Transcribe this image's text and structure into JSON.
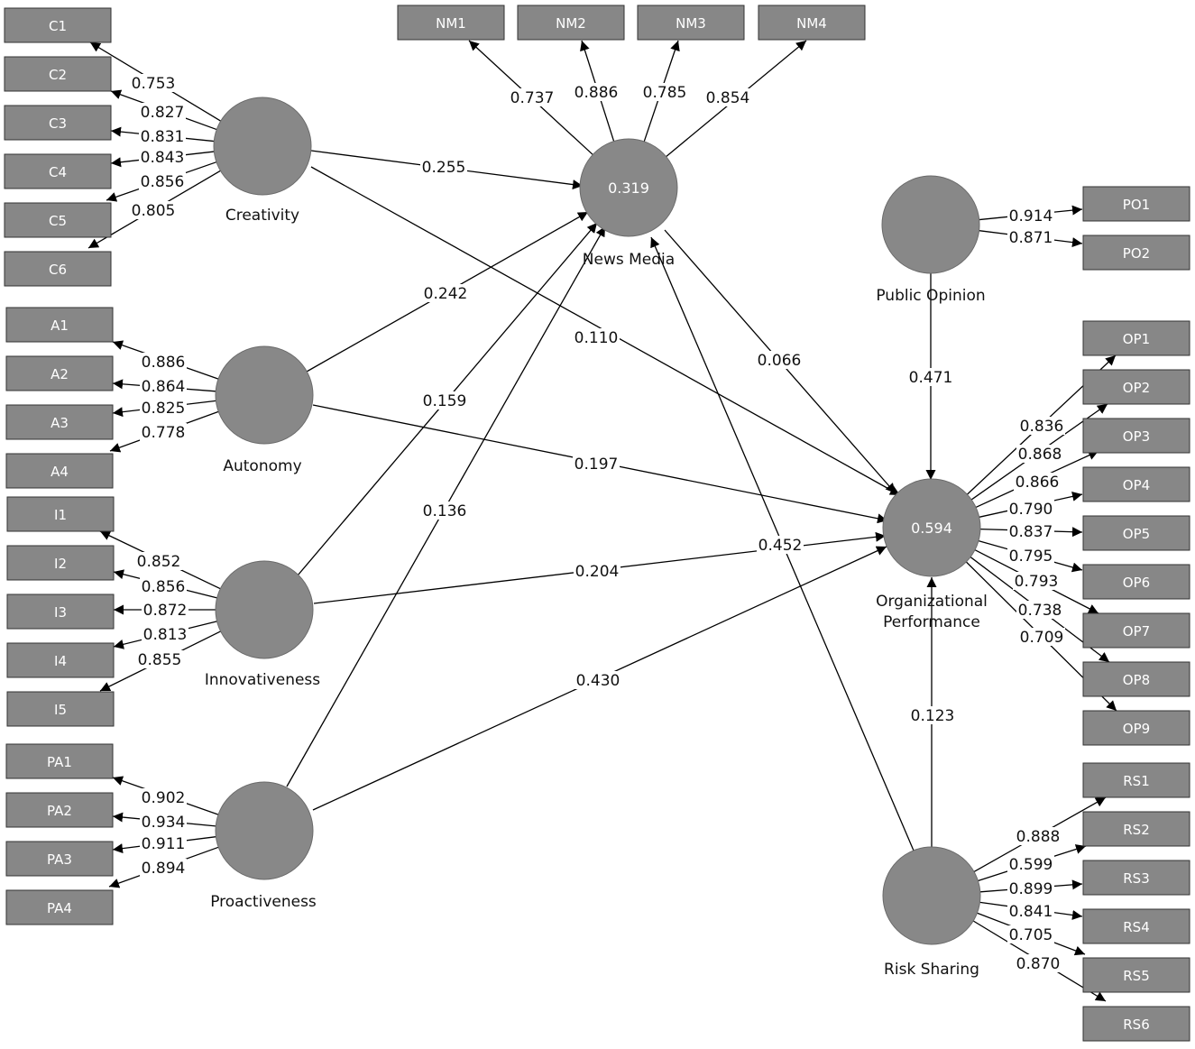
{
  "constructs": {
    "creativity": {
      "label": "Creativity",
      "r2": ""
    },
    "autonomy": {
      "label": "Autonomy",
      "r2": ""
    },
    "innovativeness": {
      "label": "Innovativeness",
      "r2": ""
    },
    "proactiveness": {
      "label": "Proactiveness",
      "r2": ""
    },
    "news_media": {
      "label": "News Media",
      "r2": "0.319"
    },
    "public_opinion": {
      "label": "Public Opinion",
      "r2": ""
    },
    "org_performance": {
      "label": "Organizational Performance",
      "r2": "0.594"
    },
    "risk_sharing": {
      "label": "Risk Sharing",
      "r2": ""
    }
  },
  "indicators": [
    {
      "id": "C1",
      "construct": "creativity",
      "loading": "0.753"
    },
    {
      "id": "C2",
      "construct": "creativity",
      "loading": "0.827"
    },
    {
      "id": "C3",
      "construct": "creativity",
      "loading": "0.831"
    },
    {
      "id": "C4",
      "construct": "creativity",
      "loading": "0.843"
    },
    {
      "id": "C5",
      "construct": "creativity",
      "loading": "0.856"
    },
    {
      "id": "C6",
      "construct": "creativity",
      "loading": "0.805"
    },
    {
      "id": "A1",
      "construct": "autonomy",
      "loading": "0.886"
    },
    {
      "id": "A2",
      "construct": "autonomy",
      "loading": "0.864"
    },
    {
      "id": "A3",
      "construct": "autonomy",
      "loading": "0.825"
    },
    {
      "id": "A4",
      "construct": "autonomy",
      "loading": "0.778"
    },
    {
      "id": "I1",
      "construct": "innovativeness",
      "loading": "0.852"
    },
    {
      "id": "I2",
      "construct": "innovativeness",
      "loading": "0.856"
    },
    {
      "id": "I3",
      "construct": "innovativeness",
      "loading": "0.872"
    },
    {
      "id": "I4",
      "construct": "innovativeness",
      "loading": "0.813"
    },
    {
      "id": "I5",
      "construct": "innovativeness",
      "loading": "0.855"
    },
    {
      "id": "PA1",
      "construct": "proactiveness",
      "loading": "0.902"
    },
    {
      "id": "PA2",
      "construct": "proactiveness",
      "loading": "0.934"
    },
    {
      "id": "PA3",
      "construct": "proactiveness",
      "loading": "0.911"
    },
    {
      "id": "PA4",
      "construct": "proactiveness",
      "loading": "0.894"
    },
    {
      "id": "NM1",
      "construct": "news_media",
      "loading": "0.737"
    },
    {
      "id": "NM2",
      "construct": "news_media",
      "loading": "0.886"
    },
    {
      "id": "NM3",
      "construct": "news_media",
      "loading": "0.785"
    },
    {
      "id": "NM4",
      "construct": "news_media",
      "loading": "0.854"
    },
    {
      "id": "PO1",
      "construct": "public_opinion",
      "loading": "0.914"
    },
    {
      "id": "PO2",
      "construct": "public_opinion",
      "loading": "0.871"
    },
    {
      "id": "OP1",
      "construct": "org_performance",
      "loading": "0.836"
    },
    {
      "id": "OP2",
      "construct": "org_performance",
      "loading": "0.868"
    },
    {
      "id": "OP3",
      "construct": "org_performance",
      "loading": "0.866"
    },
    {
      "id": "OP4",
      "construct": "org_performance",
      "loading": "0.790"
    },
    {
      "id": "OP5",
      "construct": "org_performance",
      "loading": "0.837"
    },
    {
      "id": "OP6",
      "construct": "org_performance",
      "loading": "0.795"
    },
    {
      "id": "OP7",
      "construct": "org_performance",
      "loading": "0.793"
    },
    {
      "id": "OP8",
      "construct": "org_performance",
      "loading": "0.738"
    },
    {
      "id": "OP9",
      "construct": "org_performance",
      "loading": "0.709"
    },
    {
      "id": "RS1",
      "construct": "risk_sharing",
      "loading": "0.888"
    },
    {
      "id": "RS2",
      "construct": "risk_sharing",
      "loading": "0.599"
    },
    {
      "id": "RS3",
      "construct": "risk_sharing",
      "loading": "0.899"
    },
    {
      "id": "RS4",
      "construct": "risk_sharing",
      "loading": "0.841"
    },
    {
      "id": "RS5",
      "construct": "risk_sharing",
      "loading": "0.705"
    },
    {
      "id": "RS6",
      "construct": "risk_sharing",
      "loading": "0.870"
    }
  ],
  "paths": [
    {
      "from": "creativity",
      "to": "news_media",
      "coef": "0.255"
    },
    {
      "from": "creativity",
      "to": "org_performance",
      "coef": "0.110"
    },
    {
      "from": "autonomy",
      "to": "news_media",
      "coef": "0.242"
    },
    {
      "from": "autonomy",
      "to": "org_performance",
      "coef": "0.197"
    },
    {
      "from": "innovativeness",
      "to": "news_media",
      "coef": "0.159"
    },
    {
      "from": "innovativeness",
      "to": "org_performance",
      "coef": "0.204"
    },
    {
      "from": "proactiveness",
      "to": "news_media",
      "coef": "0.136"
    },
    {
      "from": "proactiveness",
      "to": "org_performance",
      "coef": "0.430"
    },
    {
      "from": "news_media",
      "to": "org_performance",
      "coef": "0.066"
    },
    {
      "from": "risk_sharing",
      "to": "news_media",
      "coef": "0.452"
    },
    {
      "from": "public_opinion",
      "to": "org_performance",
      "coef": "0.471"
    },
    {
      "from": "risk_sharing",
      "to": "org_performance",
      "coef": "0.123"
    }
  ]
}
